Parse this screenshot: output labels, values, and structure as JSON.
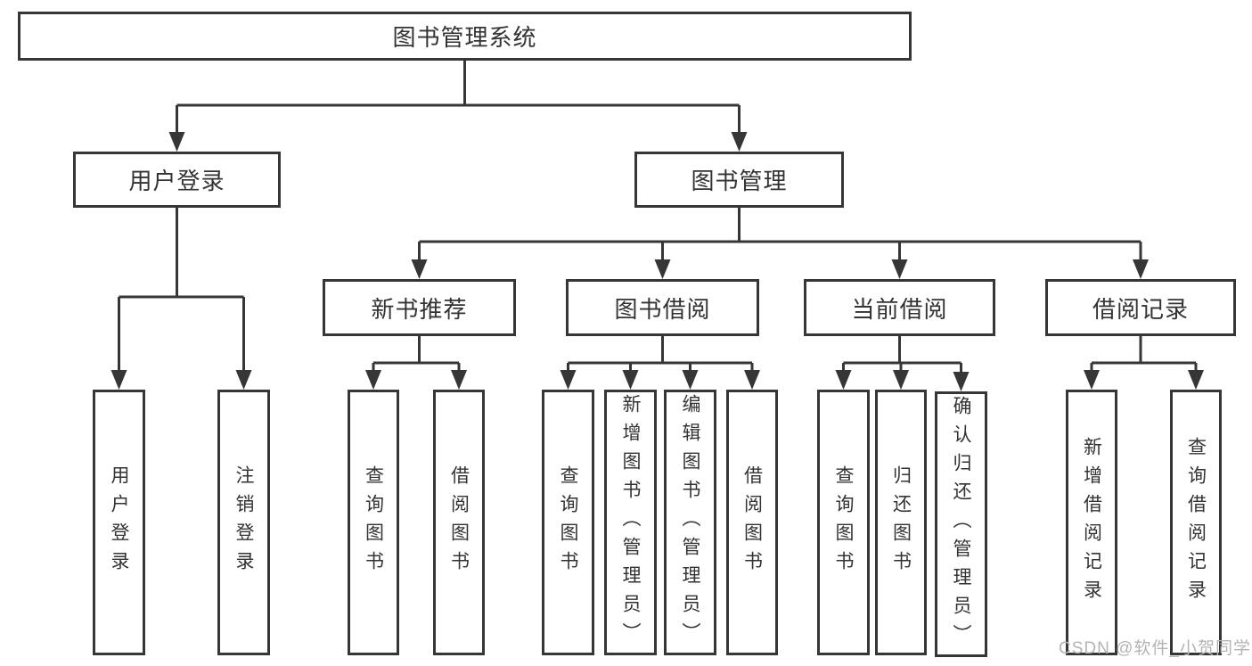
{
  "diagram_title": "图书管理系统",
  "tree": {
    "label": "图书管理系统",
    "children": [
      {
        "label": "用户登录",
        "children": [
          {
            "label": "用户登录"
          },
          {
            "label": "注销登录"
          }
        ]
      },
      {
        "label": "图书管理",
        "children": [
          {
            "label": "新书推荐",
            "children": [
              {
                "label": "查询图书"
              },
              {
                "label": "借阅图书"
              }
            ]
          },
          {
            "label": "图书借阅",
            "children": [
              {
                "label": "查询图书"
              },
              {
                "label": "新增图书（管理员）"
              },
              {
                "label": "编辑图书（管理员）"
              },
              {
                "label": "借阅图书"
              }
            ]
          },
          {
            "label": "当前借阅",
            "children": [
              {
                "label": "查询图书"
              },
              {
                "label": "归还图书"
              },
              {
                "label": "确认归还（管理员）"
              }
            ]
          },
          {
            "label": "借阅记录",
            "children": [
              {
                "label": "新增借阅记录"
              },
              {
                "label": "查询借阅记录"
              }
            ]
          }
        ]
      }
    ]
  },
  "watermark": "CSDN @软件_小贺同学",
  "colors": {
    "background": "#ffffff",
    "line": "#363636",
    "box_border": "#363636",
    "text": "#333333",
    "watermark": "#b4b4b4"
  }
}
